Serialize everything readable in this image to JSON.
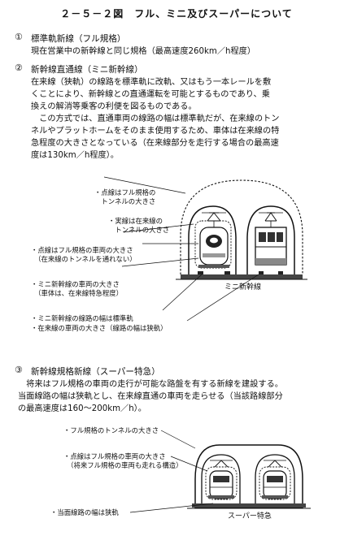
{
  "title": "２－５－２図　フル、ミニ及びスーパーについて",
  "s1": {
    "num": "①",
    "heading": "標準軌新線（フル規格）",
    "body": "現在営業中の新幹線と同じ規格（最高速度260km／h程度）"
  },
  "s2": {
    "num": "②",
    "heading": "新幹線直通線（ミニ新幹線）",
    "lines": [
      "在来線（狭軌）の線路を標準軌に改軌、又はもう一本レールを敷",
      "くことにより、新幹線との直通運転を可能とするものであり、乗",
      "換えの解消等乗客の利便を図るものである。"
    ],
    "lines2": [
      "　この方式では、直通車両の線路の幅は標準軌だが、在来線のトン",
      "ネルやプラットホームをそのまま使用するため、車体は在来線の特",
      "急程度の大きさとなっている（在来線部分を走行する場合の最高速",
      "度は130km／h程度）。"
    ]
  },
  "fig1": {
    "labels": [
      "・点線はフル規格の",
      "　トンネルの大きさ",
      "・実線は在来線の",
      "　トンネルの大きさ",
      "・点線はフル規格の車両の大きさ",
      "　（在来線のトンネルを通れない）",
      "・ミニ新幹線の車両の大きさ",
      "　（車体は、在来線特急程度）",
      "・ミニ新幹線の線路の幅は標準軌",
      "・在来線の車両の大きさ（線路の幅は狭軌）"
    ],
    "caption": "ミニ新幹線"
  },
  "s3": {
    "num": "③",
    "heading": "新幹線規格新線（スーパー特急）",
    "lines": [
      "　将来はフル規格の車両の走行が可能な路盤を有する新線を建設する。",
      "当面線路の幅は狭軌とし、在来線直通の車両を走らせる（当該路線部分",
      "の最高速度は160～200km／h）。"
    ]
  },
  "fig2": {
    "labels": [
      "・フル規格のトンネルの大きさ",
      "・点線はフル規格の車両の大きさ",
      "　（将来フル規格の車両も走れる構造）",
      "・当面線路の幅は狭軌"
    ],
    "caption": "スーパー特急"
  }
}
